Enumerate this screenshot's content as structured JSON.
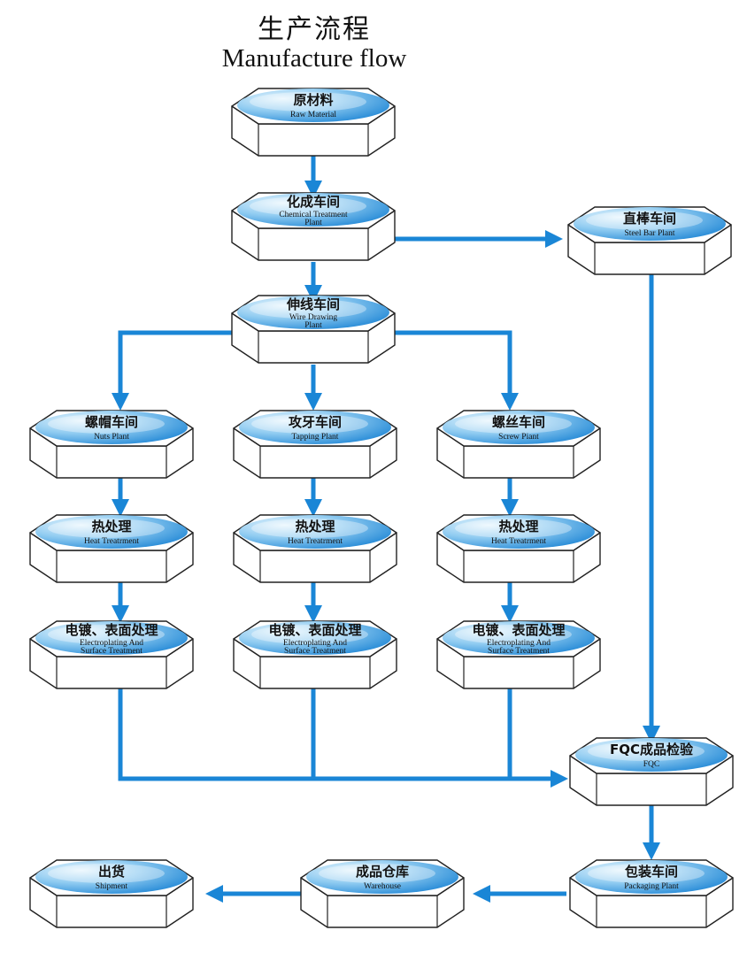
{
  "title": {
    "cn": "生产流程",
    "en": "Manufacture flow"
  },
  "nodes": {
    "raw": {
      "cn": "原材料",
      "en": [
        "Raw Material"
      ]
    },
    "chemical": {
      "cn": "化成车间",
      "en": [
        "Chemical Treatment",
        "Plant"
      ]
    },
    "steelbar": {
      "cn": "直棒车间",
      "en": [
        "Steel Bar Plant"
      ]
    },
    "wire": {
      "cn": "伸线车间",
      "en": [
        "Wire Drawing",
        "Plant"
      ]
    },
    "nuts": {
      "cn": "螺帽车间",
      "en": [
        "Nuts Plant"
      ]
    },
    "tapping": {
      "cn": "攻牙车间",
      "en": [
        "Tapping Plant"
      ]
    },
    "screw": {
      "cn": "螺丝车间",
      "en": [
        "Screw Piant"
      ]
    },
    "heat1": {
      "cn": "热处理",
      "en": [
        "Heat Treatrment"
      ]
    },
    "heat2": {
      "cn": "热处理",
      "en": [
        "Heat Treatrment"
      ]
    },
    "heat3": {
      "cn": "热处理",
      "en": [
        "Heat Treatrment"
      ]
    },
    "elec1": {
      "cn": "电镀、表面处理",
      "en": [
        "Electroplating And",
        "Surface Treatment"
      ]
    },
    "elec2": {
      "cn": "电镀、表面处理",
      "en": [
        "Electroplating And",
        "Surface Treatment"
      ]
    },
    "elec3": {
      "cn": "电镀、表面处理",
      "en": [
        "Electroplating And",
        "Surface Treatment"
      ]
    },
    "fqc": {
      "cn": "FQC成品检验",
      "en": [
        "FQC"
      ]
    },
    "packaging": {
      "cn": "包装车间",
      "en": [
        "Packaging Plant"
      ]
    },
    "warehouse": {
      "cn": "成品仓库",
      "en": [
        "Warehouse"
      ]
    },
    "shipment": {
      "cn": "出货",
      "en": [
        "Shipment"
      ]
    }
  },
  "colors": {
    "arrow": "#1a86d6",
    "ellipse_light": "#d8effc",
    "ellipse_dark": "#1f8ad8",
    "outline": "#222222"
  }
}
